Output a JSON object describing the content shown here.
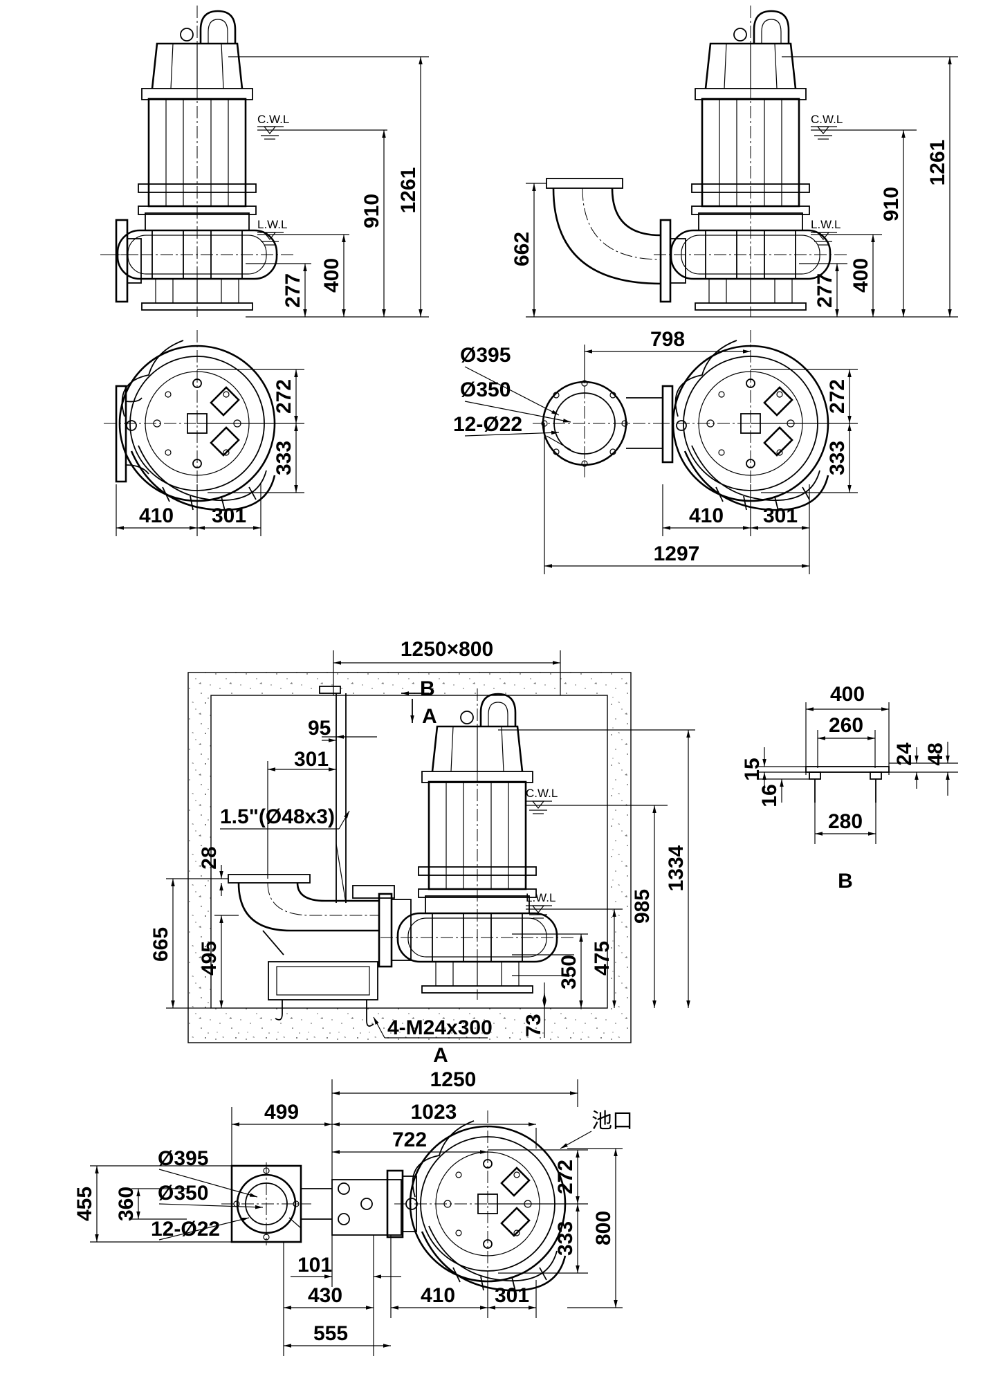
{
  "water_levels": {
    "cwl": "C.W.L",
    "lwl": "L.W.L"
  },
  "view1": {
    "d1261": "1261",
    "d910": "910",
    "d400": "400",
    "d277": "277"
  },
  "view2": {
    "d1261": "1261",
    "d910": "910",
    "d400": "400",
    "d277": "277",
    "d662": "662"
  },
  "plan1": {
    "d272": "272",
    "d333": "333",
    "d410": "410",
    "d301": "301"
  },
  "plan2": {
    "d798": "798",
    "o395": "Ø395",
    "o350": "Ø350",
    "holes": "12-Ø22",
    "d272": "272",
    "d333": "333",
    "d410": "410",
    "d301": "301",
    "d1297": "1297"
  },
  "section": {
    "pit": "1250×800",
    "markB": "B",
    "markA": "A",
    "d95": "95",
    "d301": "301",
    "pipe": "1.5\"(Ø48x3)",
    "d28": "28",
    "d665": "665",
    "d495": "495",
    "d985": "985",
    "d1334": "1334",
    "d475": "475",
    "d350": "350",
    "d73": "73",
    "bolts": "4-M24x300"
  },
  "detailB": {
    "d400": "400",
    "d260": "260",
    "d15": "15",
    "d16": "16",
    "d24": "24",
    "d48": "48",
    "d280": "280",
    "label": "B"
  },
  "viewA": {
    "label": "A",
    "d1250": "1250",
    "d499": "499",
    "d1023": "1023",
    "pool": "池口",
    "d722": "722",
    "o395": "Ø395",
    "o350": "Ø350",
    "holes": "12-Ø22",
    "d455": "455",
    "d360": "360",
    "d101": "101",
    "d430": "430",
    "d555": "555",
    "d410": "410",
    "d301": "301",
    "d272": "272",
    "d333": "333",
    "d800": "800"
  }
}
